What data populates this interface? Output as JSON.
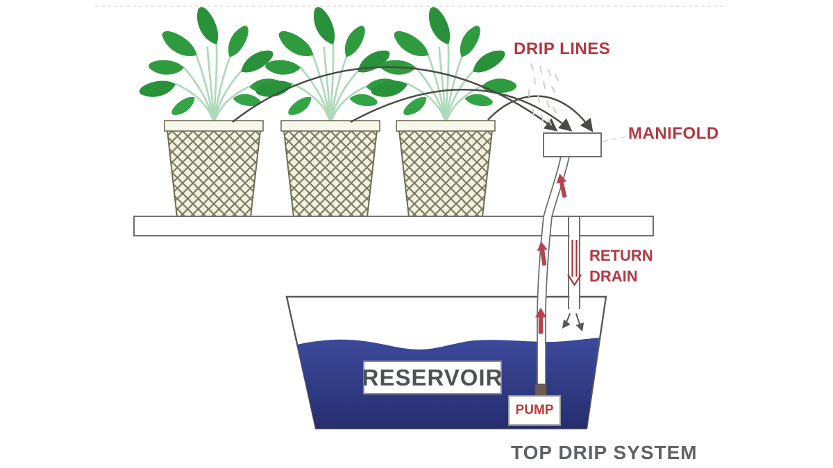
{
  "diagram": {
    "title": "TOP DRIP SYSTEM",
    "labels": {
      "drip_lines": "DRIP LINES",
      "manifold": "MANIFOLD",
      "return_drain_line1": "RETURN",
      "return_drain_line2": "DRAIN",
      "reservoir": "RESERVOIR",
      "pump": "PUMP"
    },
    "plant_count": 3,
    "colors": {
      "label_red": "#b5373f",
      "flow_arrow_red": "#b0343c",
      "title_gray": "#5f6164",
      "drip_line_gray": "#4a4a47",
      "outline_gray": "#6f6f6f",
      "water_blue_top": "#3c4a9b",
      "water_blue_bottom": "#262e6f",
      "leaf_green": "#2f9b3e",
      "stem_green": "#aed9ba",
      "pot_fill": "#f1f1e0",
      "pot_lattice": "#7b7b60"
    }
  }
}
